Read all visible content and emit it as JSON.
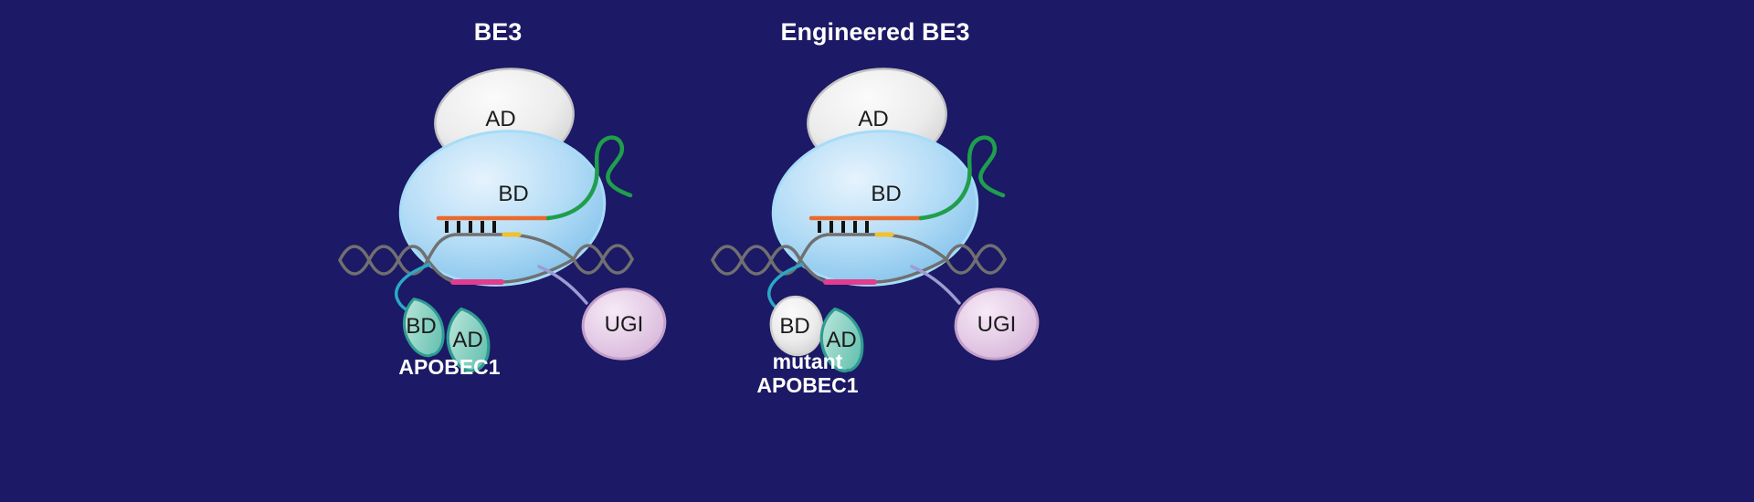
{
  "figure": {
    "background_color": "#1c1966",
    "panels": {
      "be3": {
        "title": "BE3",
        "cas9_ad_label": "AD",
        "cas9_bd_label": "BD",
        "apobec_bd_label": "BD",
        "apobec_ad_label": "AD",
        "apobec_name": "APOBEC1",
        "ugi_label": "UGI"
      },
      "engineered": {
        "title": "Engineered BE3",
        "cas9_ad_label": "AD",
        "cas9_bd_label": "BD",
        "apobec_bd_label": "BD",
        "apobec_ad_label": "AD",
        "apobec_name_line1": "mutant",
        "apobec_name_line2": "APOBEC1",
        "ugi_label": "UGI"
      }
    },
    "colors": {
      "background": "#1c1966",
      "title_text": "#ffffff",
      "cas9_body_blue": "#a9d6f3",
      "ad_domain_gray": "#e9e9e9",
      "sgrna_green": "#1f9e4c",
      "guide_orange": "#ea6a2e",
      "base_pair_ticks": "#121212",
      "edited_strand_pink": "#e23c8f",
      "pam_yellow": "#f2c12e",
      "dna_gray": "#707070",
      "apobec_teal_stroke": "#2f9c92",
      "apobec_linker_teal": "#2ba8c4",
      "ugi_linker_lavender": "#9c9cd2",
      "ugi_stroke": "#c39fc9"
    }
  }
}
